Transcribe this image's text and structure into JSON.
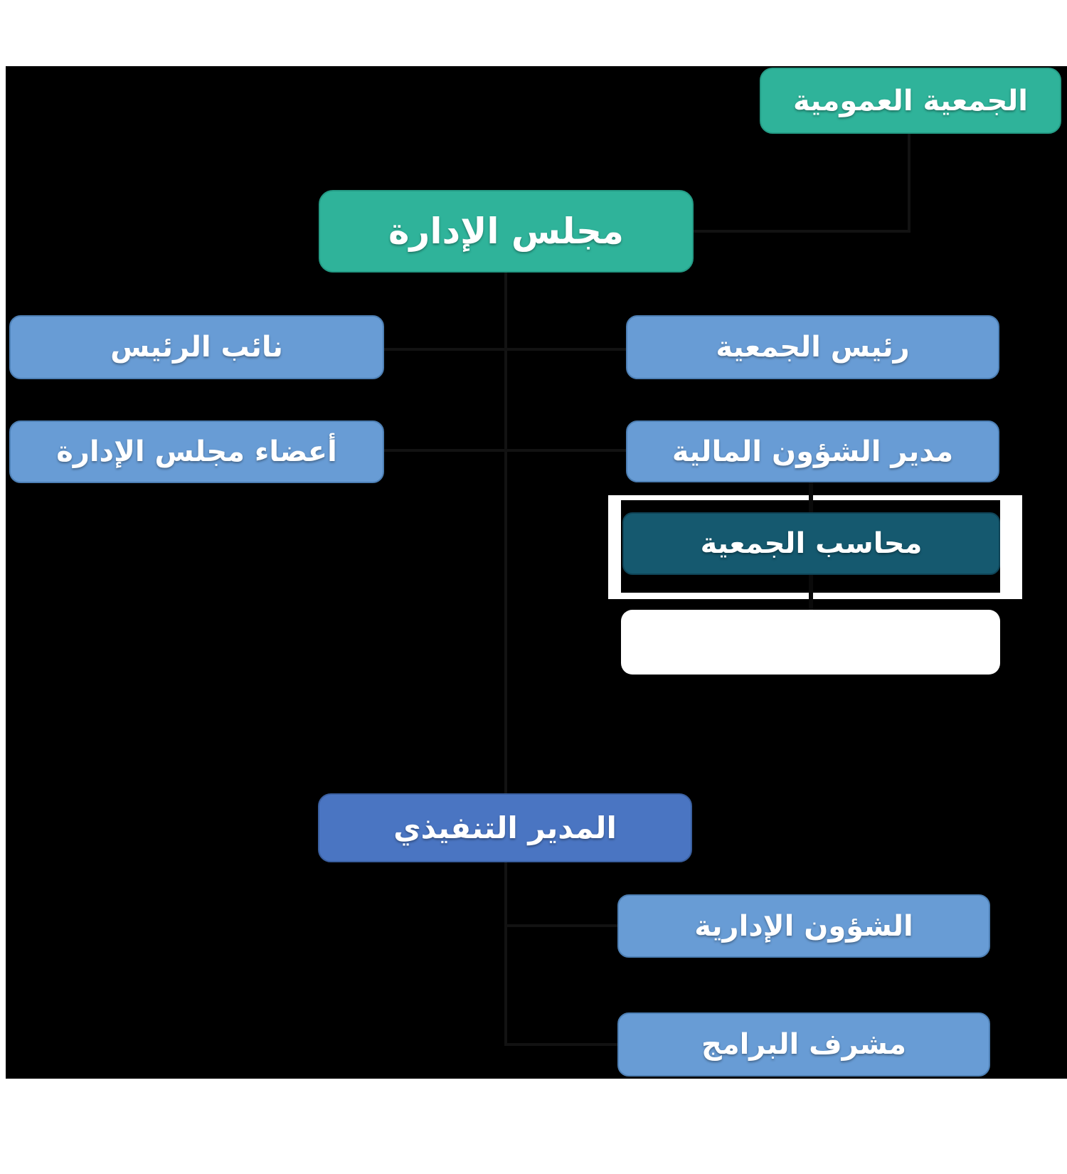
{
  "page": {
    "background_color": "#FFFFFF",
    "canvas_color": "#000000",
    "connector_color": "#121212"
  },
  "colors": {
    "teal": "#2FB39A",
    "light_blue": "#689CD5",
    "executive_blue": "#4A75C2",
    "dark_teal": "#15596F",
    "highlight_frame": "#FFFFFF",
    "text": "#FFFFFF"
  },
  "org_chart": {
    "type": "org-chart",
    "nodes": {
      "general_assembly": {
        "label": "الجمعية العمومية",
        "color": "#2FB39A"
      },
      "board": {
        "label": "مجلس الإدارة",
        "color": "#2FB39A"
      },
      "vice_president": {
        "label": "نائب الرئيس",
        "color": "#689CD5"
      },
      "board_members": {
        "label": "أعضاء مجلس الإدارة",
        "color": "#689CD5"
      },
      "association_president": {
        "label": "رئيس الجمعية",
        "color": "#689CD5"
      },
      "financial_affairs_director": {
        "label": "مدير الشؤون المالية",
        "color": "#689CD5"
      },
      "association_accountant": {
        "label": "محاسب الجمعية",
        "color": "#15596F",
        "highlighted": true
      },
      "empty_node": {
        "label": "",
        "color": "#FFFFFF"
      },
      "executive_director": {
        "label": "المدير التنفيذي",
        "color": "#4A75C2"
      },
      "administrative_affairs": {
        "label": "الشؤون الإدارية",
        "color": "#689CD5"
      },
      "programs_supervisor": {
        "label": "مشرف البرامج",
        "color": "#689CD5"
      }
    },
    "edges": [
      {
        "from": "general_assembly",
        "to": "board"
      },
      {
        "from": "board",
        "to": "vice_president"
      },
      {
        "from": "board",
        "to": "board_members"
      },
      {
        "from": "board",
        "to": "association_president"
      },
      {
        "from": "board",
        "to": "financial_affairs_director"
      },
      {
        "from": "financial_affairs_director",
        "to": "association_accountant"
      },
      {
        "from": "association_accountant",
        "to": "empty_node"
      },
      {
        "from": "board",
        "to": "executive_director"
      },
      {
        "from": "executive_director",
        "to": "administrative_affairs"
      },
      {
        "from": "executive_director",
        "to": "programs_supervisor"
      }
    ]
  }
}
